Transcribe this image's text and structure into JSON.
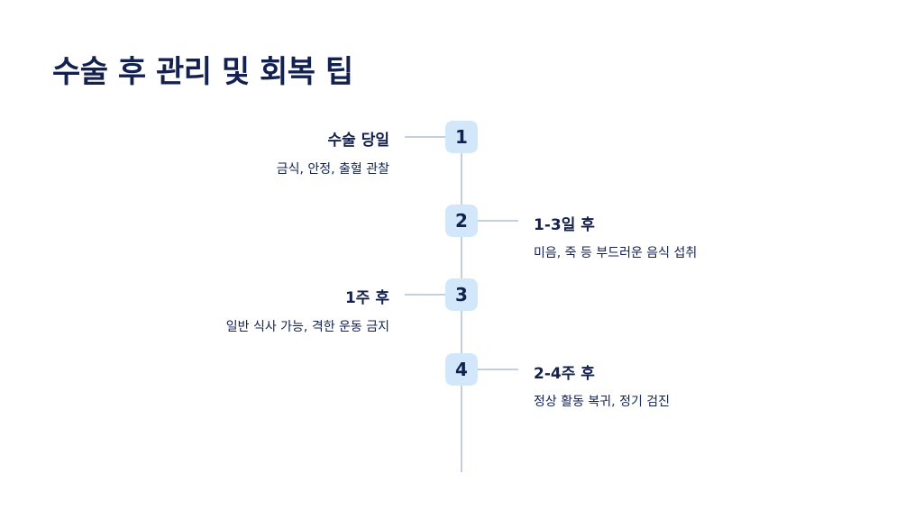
{
  "title": "수술 후 관리 및 회복 팁",
  "steps": [
    {
      "number": "1",
      "heading": "수술 당일",
      "description": "금식, 안정, 출혈 관찰",
      "side": "left"
    },
    {
      "number": "2",
      "heading": "1-3일 후",
      "description": "미음, 죽 등 부드러운 음식 섭취",
      "side": "right"
    },
    {
      "number": "3",
      "heading": "1주 후",
      "description": "일반 식사 가능, 격한 운동 금지",
      "side": "left"
    },
    {
      "number": "4",
      "heading": "2-4주 후",
      "description": "정상 활동 복귀, 정기 검진",
      "side": "right"
    }
  ],
  "colors": {
    "text": "#13214f",
    "marker_fill": "#d3e7fa",
    "line": "#c3cfdf"
  }
}
